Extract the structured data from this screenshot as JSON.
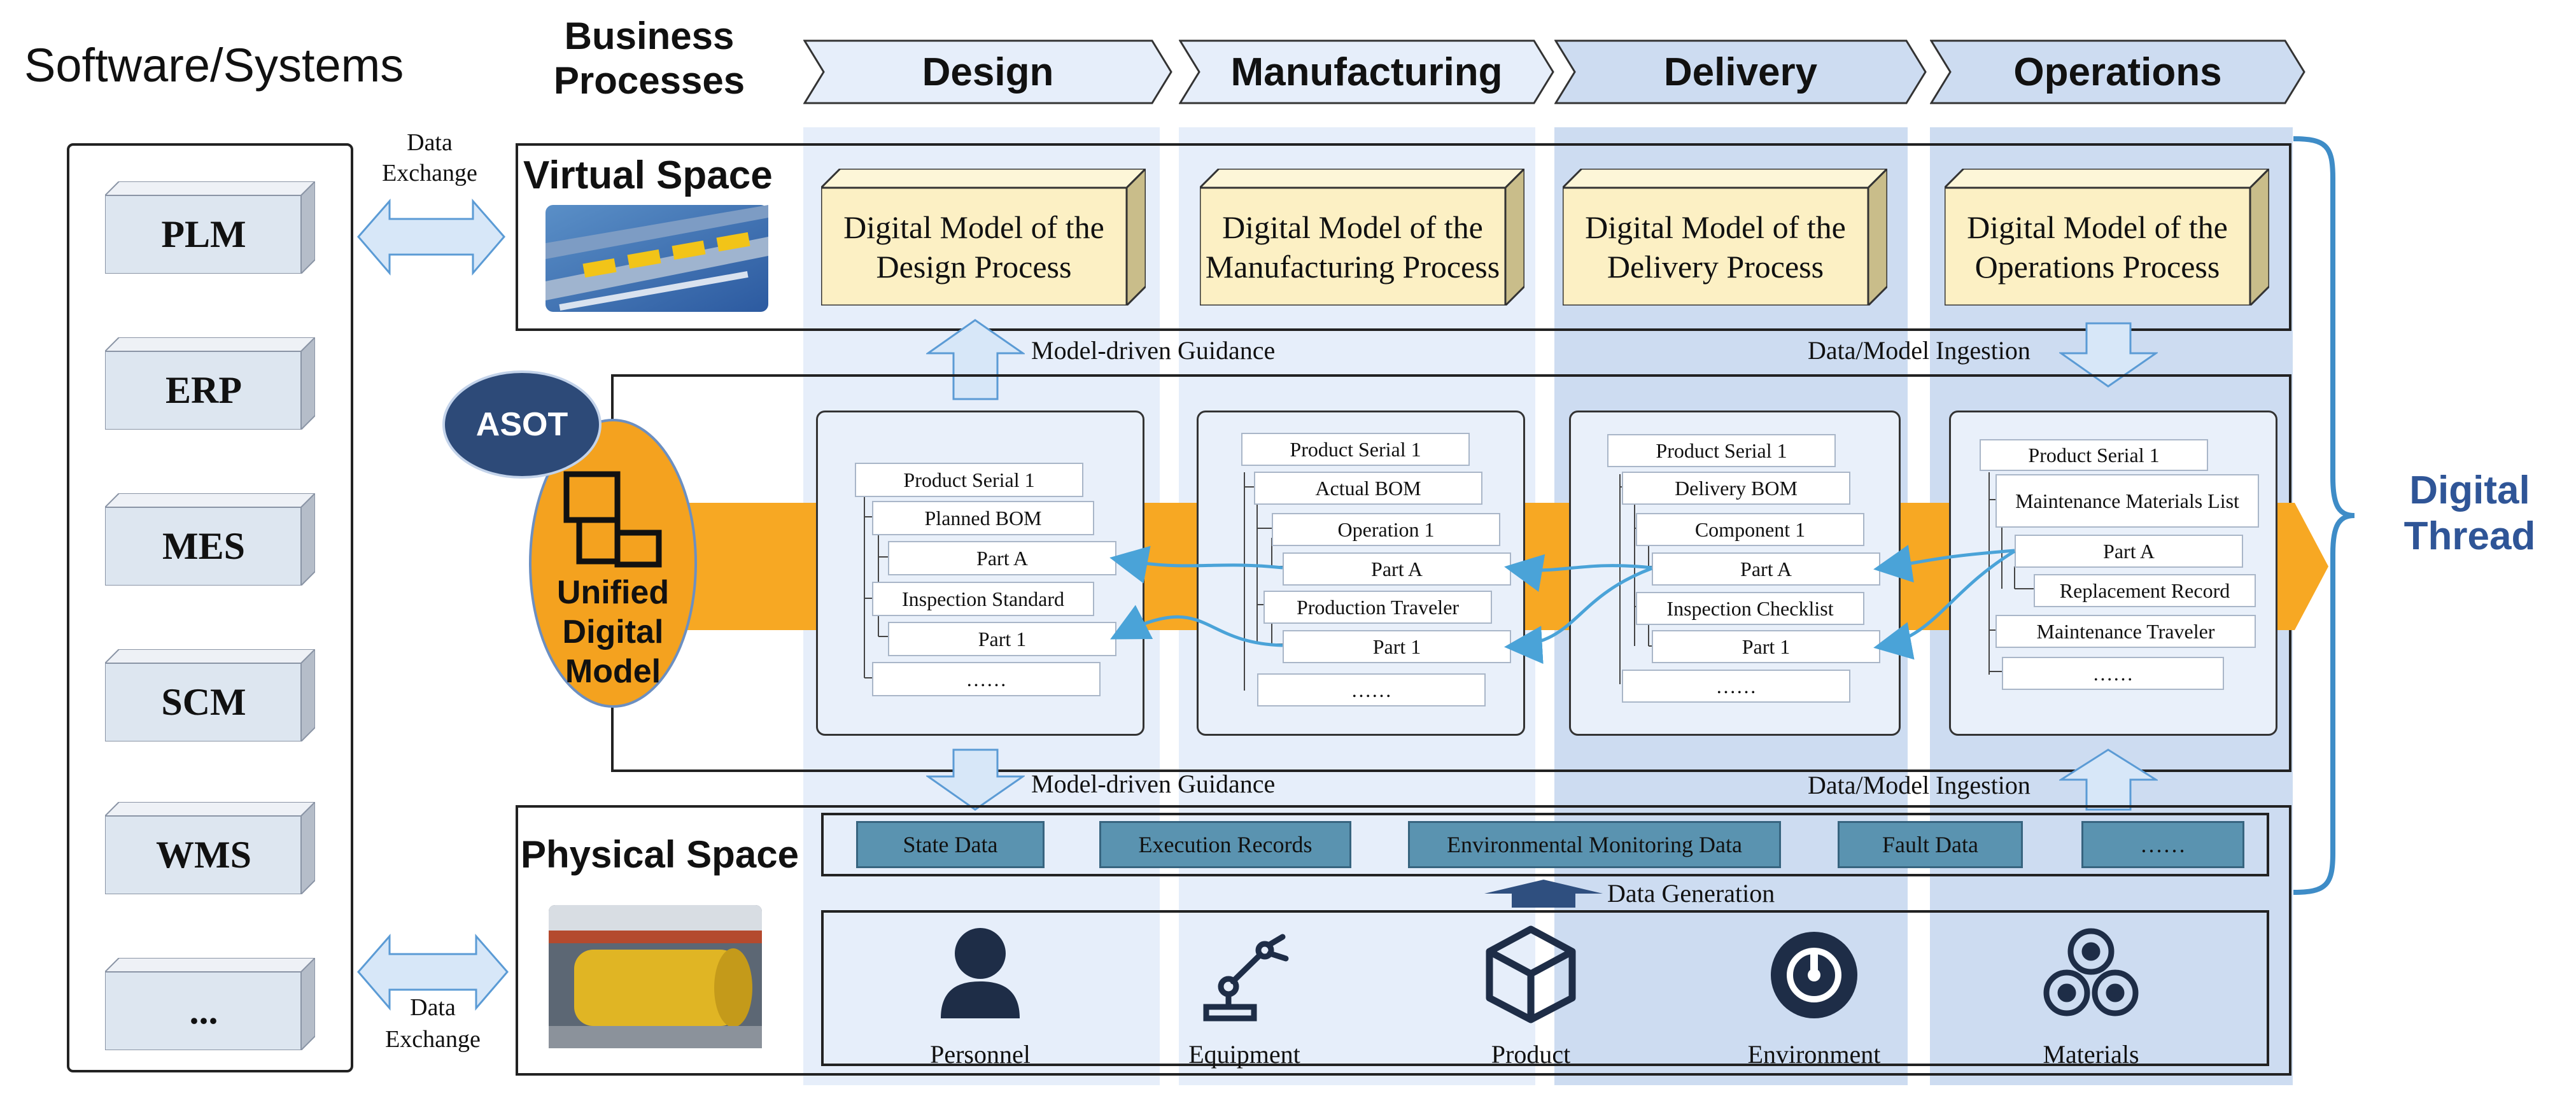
{
  "headers": {
    "software_systems": "Software/Systems",
    "business_processes": [
      "Business",
      "Processes"
    ]
  },
  "stages": [
    "Design",
    "Manufacturing",
    "Delivery",
    "Operations"
  ],
  "systems": [
    "PLM",
    "ERP",
    "MES",
    "SCM",
    "WMS",
    "..."
  ],
  "data_exchange": [
    "Data",
    "Exchange"
  ],
  "virtual_space": {
    "title": "Virtual Space",
    "models": [
      "Digital Model of the Design Process",
      "Digital Model of the Manufacturing Process",
      "Digital Model of the Delivery Process",
      "Digital Model of the Operations Process"
    ]
  },
  "flows": {
    "model_driven_guidance": "Model-driven Guidance",
    "data_model_ingestion": "Data/Model Ingestion",
    "data_generation": "Data Generation"
  },
  "asot": "ASOT",
  "unified_model": [
    "Unified",
    "Digital",
    "Model"
  ],
  "digital_thread": [
    "Digital",
    "Thread"
  ],
  "trees": [
    [
      "Product Serial 1",
      "Planned BOM",
      "Part A",
      "Inspection Standard",
      "Part 1",
      "……"
    ],
    [
      "Product Serial 1",
      "Actual BOM",
      "Operation 1",
      "Part A",
      "Production Traveler",
      "Part 1",
      "……"
    ],
    [
      "Product Serial 1",
      "Delivery BOM",
      "Component 1",
      "Part A",
      "Inspection Checklist",
      "Part 1",
      "……"
    ],
    [
      "Product Serial 1",
      "Maintenance Materials List",
      "Part A",
      "Replacement Record",
      "Maintenance Traveler",
      "……"
    ]
  ],
  "physical_space": {
    "title": "Physical Space",
    "data_types": [
      "State Data",
      "Execution Records",
      "Environmental Monitoring Data",
      "Fault Data",
      "……"
    ],
    "resources": [
      "Personnel",
      "Equipment",
      "Product",
      "Environment",
      "Materials"
    ]
  },
  "colors": {
    "stage_light": "#e4edf9",
    "stage_mid": "#cad9f0",
    "band": "#f7a823",
    "ellipse": "#f4a21f",
    "asot": "#2d4a78",
    "model_box": "#fcf0c4",
    "data_box": "#5a93b0",
    "thread": "#3e8cc7",
    "thread_text": "#2f5597"
  }
}
